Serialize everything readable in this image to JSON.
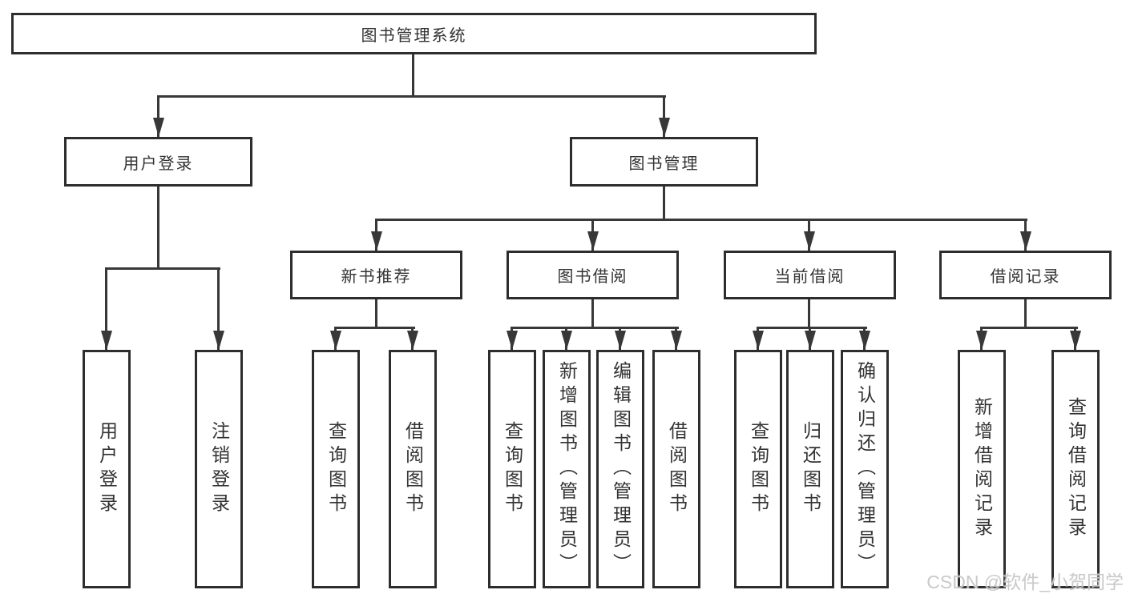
{
  "watermark": {
    "text": "CSDN @软件_小贺同学"
  },
  "colors": {
    "line": "#383838",
    "box_border": "#2d2d2d",
    "text": "#333333",
    "background": "#ffffff",
    "watermark": "#c6c6c6"
  },
  "diagram": {
    "type": "hierarchy",
    "root": {
      "label": "图书管理系统"
    },
    "branches": [
      {
        "label": "用户登录",
        "children": [
          {
            "label": "用户登录"
          },
          {
            "label": "注销登录"
          }
        ]
      },
      {
        "label": "图书管理",
        "sections": [
          {
            "label": "新书推荐",
            "children": [
              {
                "label": "查询图书"
              },
              {
                "label": "借阅图书"
              }
            ]
          },
          {
            "label": "图书借阅",
            "children": [
              {
                "label": "查询图书"
              },
              {
                "label": "新增图书（管理员）"
              },
              {
                "label": "编辑图书（管理员）"
              },
              {
                "label": "借阅图书"
              }
            ]
          },
          {
            "label": "当前借阅",
            "children": [
              {
                "label": "查询图书"
              },
              {
                "label": "归还图书"
              },
              {
                "label": "确认归还（管理员）"
              }
            ]
          },
          {
            "label": "借阅记录",
            "children": [
              {
                "label": "新增借阅记录"
              },
              {
                "label": "查询借阅记录"
              }
            ]
          }
        ]
      }
    ]
  }
}
